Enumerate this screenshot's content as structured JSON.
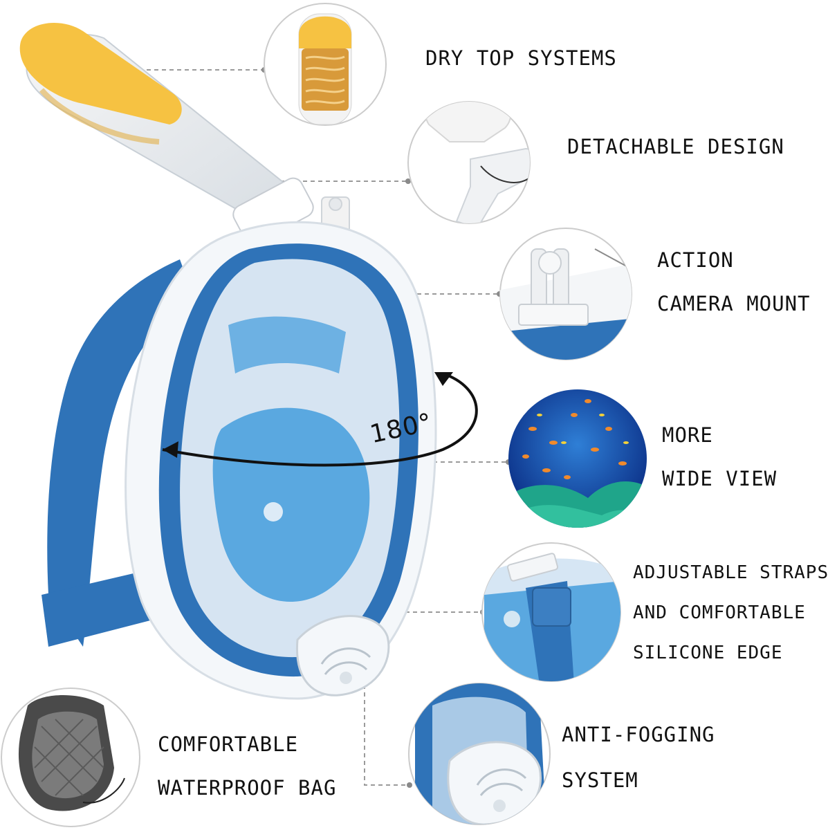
{
  "features": {
    "dry_top": "DRY TOP SYSTEMS",
    "detachable": "DETACHABLE DESIGN",
    "camera_line1": "ACTION",
    "camera_line2": "CAMERA MOUNT",
    "view_line1": "MORE",
    "view_line2": "WIDE VIEW",
    "straps_line1": "ADJUSTABLE STRAPS",
    "straps_line2": "AND COMFORTABLE",
    "straps_line3": "SILICONE EDGE",
    "bag_line1": "COMFORTABLE",
    "bag_line2": "WATERPROOF BAG",
    "fog_line1": "ANTI-FOGGING",
    "fog_line2": "SYSTEM"
  },
  "view_angle": "180°",
  "colors": {
    "mask_blue": "#2f73b8",
    "light_blue": "#5aa8e0",
    "frame_white": "#f4f7fa",
    "snorkel_yellow": "#f6c242",
    "leader_line": "#9a9a9a",
    "text": "#111111"
  }
}
